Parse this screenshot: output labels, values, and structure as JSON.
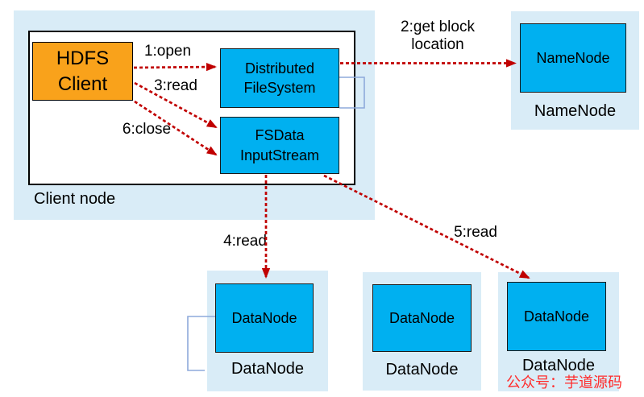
{
  "client_node": {
    "caption": "Client node",
    "hdfs_client_label": "HDFS\nClient",
    "distributed_filesystem_label": "Distributed\nFileSystem",
    "fsdata_inputstream_label": "FSData\nInputStream"
  },
  "namenode": {
    "box_label": "NameNode",
    "caption": "NameNode"
  },
  "datanodes": [
    {
      "box_label": "DataNode",
      "caption": "DataNode"
    },
    {
      "box_label": "DataNode",
      "caption": "DataNode"
    },
    {
      "box_label": "DataNode",
      "caption": "DataNode"
    }
  ],
  "edges": {
    "open": "1:open",
    "get_block_location": "2:get block\nlocation",
    "read_stream": "3:read",
    "read_datanode1": "4:read",
    "read_datanode3": "5:read",
    "close": "6:close"
  },
  "watermark": "公众号：芋道源码",
  "colors": {
    "node_fill": "#00b0f0",
    "client_fill": "#f9a21b",
    "container_fill": "#d9ecf7",
    "arrow": "#c00000",
    "bracket": "#8eaadb",
    "watermark": "#ff2d2d"
  }
}
